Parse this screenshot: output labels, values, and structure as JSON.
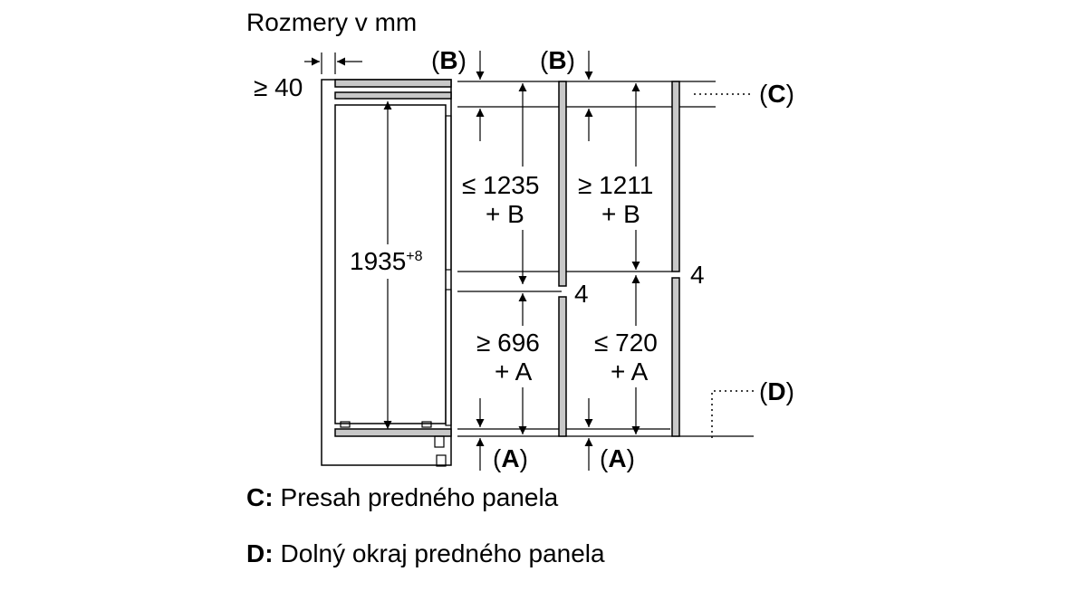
{
  "title": "Rozmery v mm",
  "labels": {
    "b_left": "B",
    "b_right": "B",
    "c": "C",
    "d": "D",
    "a_left": "A",
    "a_right": "A",
    "gap_top": "≥ 40",
    "height_total": "1935",
    "height_total_sup": "+8",
    "upper_left_1": "≤ 1235",
    "upper_left_2": "+ B",
    "upper_right_1": "≥ 1211",
    "upper_right_2": "+ B",
    "lower_left_1": "≥ 696",
    "lower_left_2": "+ A",
    "lower_right_1": "≤ 720",
    "lower_right_2": "+ A",
    "gap_left": "4",
    "gap_right": "4"
  },
  "legend": [
    {
      "key": "C:",
      "text": "Presah predného panela"
    },
    {
      "key": "D:",
      "text": "Dolný okraj predného panela"
    }
  ]
}
